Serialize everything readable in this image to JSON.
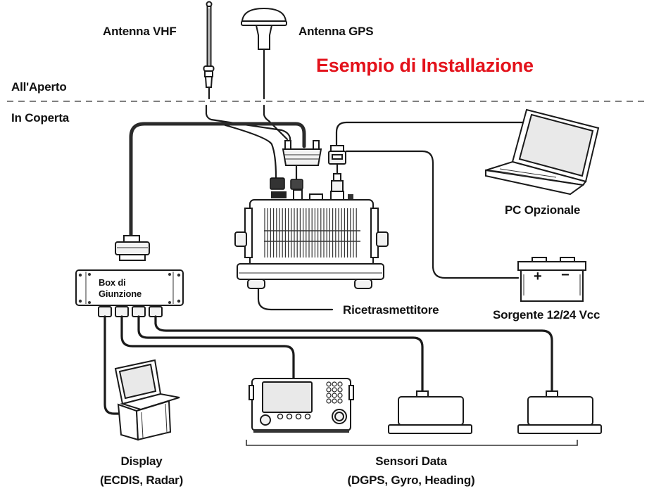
{
  "title": "Esempio di Installazione",
  "zones": {
    "outdoor": "All'Aperto",
    "indoor": "In Coperta"
  },
  "devices": {
    "vhf_antenna": {
      "label": "Antenna VHF",
      "icon": "vhf-antenna-icon"
    },
    "gps_antenna": {
      "label": "Antenna GPS",
      "icon": "gps-antenna-icon"
    },
    "transceiver": {
      "label": "Ricetrasmettitore",
      "icon": "transceiver-icon"
    },
    "pc": {
      "label": "PC Opzionale",
      "icon": "laptop-icon"
    },
    "power": {
      "label": "Sorgente 12/24 Vcc",
      "icon": "battery-icon",
      "plus": "+",
      "minus": "−"
    },
    "junction_box": {
      "label_line1": "Box di",
      "label_line2": "Giunzione",
      "icon": "junction-box-icon"
    },
    "display": {
      "label_line1": "Display",
      "label_line2": "(ECDIS, Radar)",
      "icon": "display-console-icon"
    },
    "sensors": {
      "label_line1": "Sensori Data",
      "label_line2": "(DGPS, Gyro, Heading)",
      "icons": [
        "sensor-display-unit-icon",
        "sensor-unit-icon",
        "sensor-unit-icon"
      ]
    }
  },
  "colors": {
    "title": "#e3121b",
    "line": "#1a1a1a",
    "background": "#ffffff"
  }
}
